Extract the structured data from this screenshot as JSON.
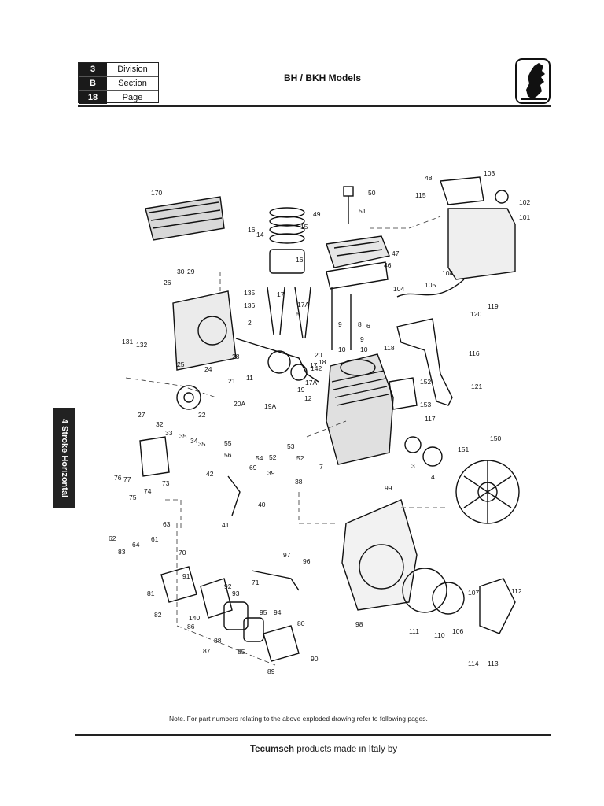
{
  "header": {
    "rows": [
      {
        "number": "3",
        "label": "Division"
      },
      {
        "number": "B",
        "label": "Section"
      },
      {
        "number": "18",
        "label": "Page"
      }
    ],
    "title": "BH / BKH Models"
  },
  "side_tab": {
    "label": "4 Stroke Horizontal"
  },
  "diagram": {
    "part_labels": [
      "170",
      "15",
      "14",
      "16",
      "16",
      "17",
      "17A",
      "50",
      "51",
      "49",
      "47",
      "46",
      "5",
      "9",
      "8",
      "6",
      "9",
      "10",
      "10",
      "48",
      "103",
      "115",
      "102",
      "101",
      "104",
      "105",
      "104",
      "119",
      "120",
      "116",
      "118",
      "30",
      "29",
      "26",
      "135",
      "136",
      "2",
      "131",
      "132",
      "28",
      "25",
      "24",
      "21",
      "22",
      "11",
      "142",
      "20",
      "18",
      "19",
      "17",
      "17A",
      "12",
      "152",
      "153",
      "117",
      "121",
      "27",
      "32",
      "33",
      "35",
      "34",
      "35",
      "20A",
      "19A",
      "55",
      "56",
      "54",
      "52",
      "53",
      "52",
      "3",
      "4",
      "151",
      "150",
      "77",
      "76",
      "75",
      "74",
      "73",
      "42",
      "69",
      "39",
      "38",
      "40",
      "41",
      "7",
      "99",
      "63",
      "61",
      "64",
      "62",
      "83",
      "70",
      "81",
      "82",
      "91",
      "92",
      "93",
      "140",
      "86",
      "88",
      "85",
      "87",
      "89",
      "90",
      "71",
      "97",
      "96",
      "95",
      "94",
      "80",
      "98",
      "111",
      "110",
      "106",
      "107",
      "112",
      "114",
      "113"
    ]
  },
  "note": "Note. For part numbers relating to the above exploded drawing refer to following pages.",
  "footer": {
    "brand": "Tecumseh",
    "text": " products made in Italy by"
  }
}
